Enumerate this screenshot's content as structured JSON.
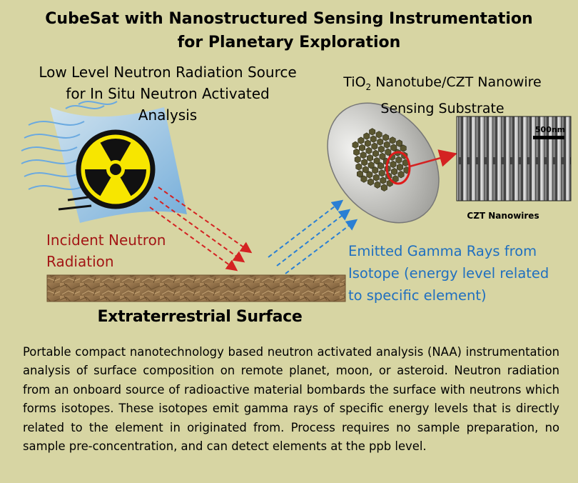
{
  "title": {
    "line1": "CubeSat with Nanostructured Sensing Instrumentation",
    "line2": "for Planetary Exploration"
  },
  "source_label": {
    "line1": "Low Level Neutron Radiation Source",
    "line2": "for In Situ Neutron Activated",
    "line3": "Analysis"
  },
  "substrate_label": {
    "tio": "TiO",
    "subscript": "2",
    "rest": " Nanotube/CZT Nanowire",
    "line2": "Sensing Substrate"
  },
  "micrograph": {
    "scale_bar": "500nm",
    "caption": "CZT Nanowires"
  },
  "incident_label": {
    "line1": "Incident Neutron",
    "line2": "Radiation"
  },
  "emitted_label": {
    "line1": "Emitted Gamma Rays from",
    "line2": "Isotope (energy level related",
    "line3": "to specific element)"
  },
  "surface_label": "Extraterrestrial Surface",
  "description": "Portable compact nanotechnology based neutron activated analysis (NAA) instrumentation analysis of surface composition on remote planet, moon, or asteroid.  Neutron radiation from an onboard source of radioactive material bombards the surface with neutrons which forms isotopes.  These isotopes emit gamma rays of specific energy levels that is directly related to the element in originated from.  Process requires no sample preparation, no sample pre-concentration, and can detect elements at the ppb level.",
  "colors": {
    "background": "#d7d5a3",
    "incident_red": "#a31616",
    "emitted_blue": "#1f6fc0",
    "radiation_yellow": "#f7e600",
    "arrow_red": "#d42222",
    "arrow_blue": "#2a7fd4"
  }
}
